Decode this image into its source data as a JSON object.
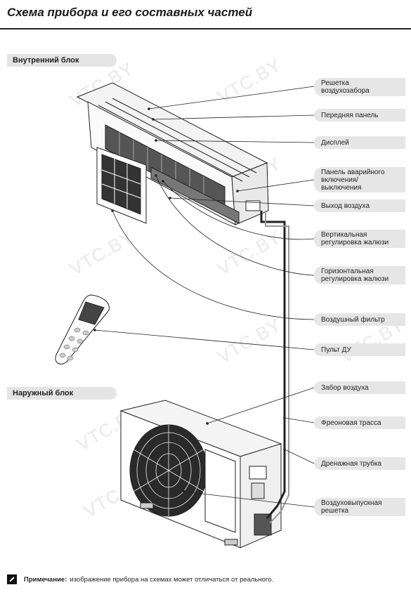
{
  "page": {
    "title": "Схема прибора и его составных частей"
  },
  "sections": {
    "indoor": "Внутренний блок",
    "outdoor": "Наружный блок"
  },
  "callouts": [
    {
      "label": "Решетка\nвоздухозабора"
    },
    {
      "label": "Передняя панель"
    },
    {
      "label": "Дисплей"
    },
    {
      "label": "Панель аварийного\nвключения/\nвыключения"
    },
    {
      "label": "Выход воздуха"
    },
    {
      "label": "Вертикальная\nрегулировка жалюзи"
    },
    {
      "label": "Горизонтальная\nрегулировка жалюзи"
    },
    {
      "label": "Воздушный фильтр"
    },
    {
      "label": "Пульт ДУ"
    },
    {
      "label": "Забор воздуха"
    },
    {
      "label": "Фреоновая трасса"
    },
    {
      "label": "Дренажная трубка"
    },
    {
      "label": "Воздуховыпускная\nрешетка"
    }
  ],
  "watermarks": [
    "VTC.BY",
    "VTC.BY",
    "VTC.BY",
    "VTC.BY",
    "VTC.BY",
    "VTC.BY",
    "VTC.BY",
    "VTC.BY",
    "VTC.BY"
  ],
  "note": {
    "label": "Примечание:",
    "text": "изображение прибора на схемах может отличаться от реального."
  }
}
